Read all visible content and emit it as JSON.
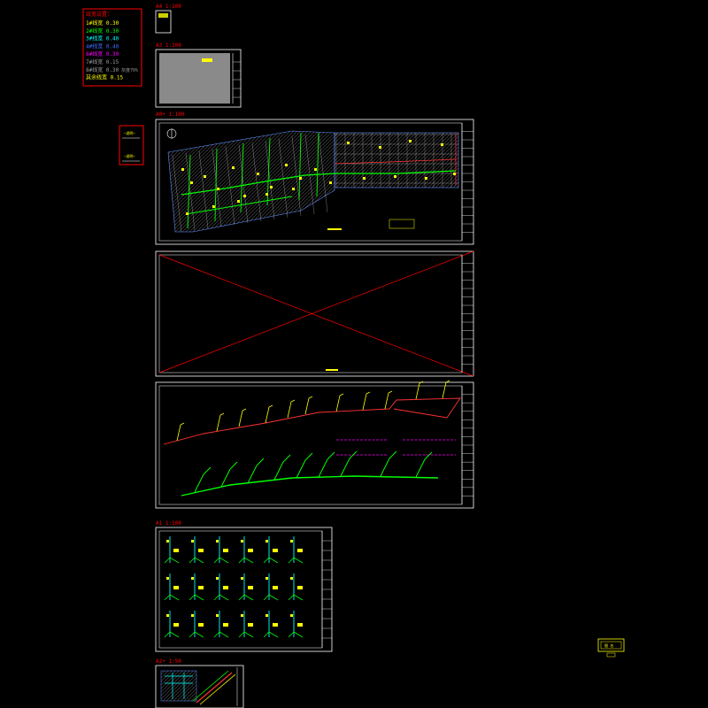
{
  "colors": {
    "background": "#000000",
    "red": "#ff0000",
    "yellow": "#ffff00",
    "green": "#00ff00",
    "cyan": "#00ffff",
    "blue": "#3f6fff",
    "magenta": "#ff00ff",
    "white": "#ffffff",
    "gray": "#9a9a9a"
  },
  "legend": {
    "title": "线宽设置：",
    "rows": [
      {
        "text": "1#线宽 0.30",
        "color": "#ffff00"
      },
      {
        "text": "2#线宽 0.30",
        "color": "#00ff00"
      },
      {
        "text": "3#线宽 0.40",
        "color": "#00ffff"
      },
      {
        "text": "4#线宽 0.40",
        "color": "#3f6fff"
      },
      {
        "text": "6#线宽 0.30",
        "color": "#ff00ff"
      },
      {
        "text": "7#线宽 0.15",
        "color": "#9a9a9a"
      },
      {
        "text": "8#线宽 0.30",
        "color": "#9a9a9a"
      },
      {
        "text": "其余线宽 0.15",
        "color": "#ffff00"
      }
    ],
    "extra_note": "灰度70%"
  },
  "sheet_labels": {
    "a4": "A4 1:100",
    "a3": "A3 1:100",
    "a0_plan": "A0+ 1:100",
    "a1": "A1 1:100",
    "a2": "A2+ 1:50"
  },
  "small_note": {
    "line1": "—说明—",
    "line2": "—说明—"
  },
  "stamp": {
    "label": "图 名"
  }
}
